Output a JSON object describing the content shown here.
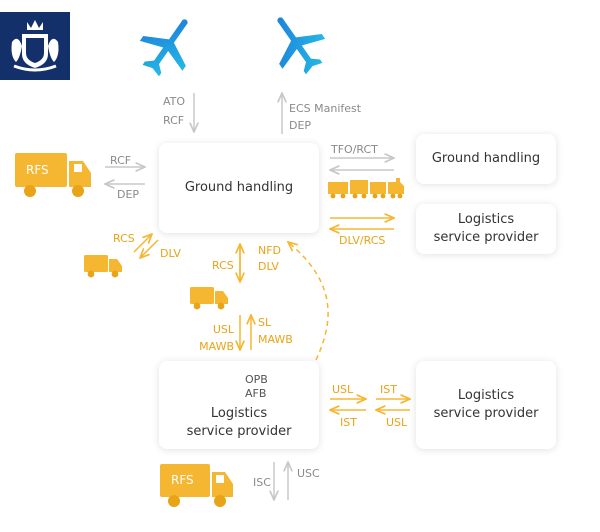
{
  "colors": {
    "orange": "#f5b731",
    "orange_dark": "#e8a317",
    "gray": "#c8c8c8",
    "blue": "#1f8fe0",
    "navy": "#14306b"
  },
  "icons": [
    "coat-of-arms-logo",
    "airplane-icon",
    "truck-icon",
    "cargo-train-icon",
    "refresh-icon"
  ],
  "boxes": {
    "gh_main": "Ground handling",
    "gh_right": "Ground handling",
    "lsp_right_top": "Logistics\nservice provider",
    "lsp_main": "Logistics\nservice provider",
    "lsp_right_bottom": "Logistics\nservice provider"
  },
  "labels": {
    "ato": "ATO",
    "rcf_top": "RCF",
    "ecs_manifest": "ECS Manifest",
    "dep_top": "DEP",
    "rcf_left": "RCF",
    "dep_left": "DEP",
    "tfo_rct": "TFO/RCT",
    "dlv_rcs_right": "DLV/RCS",
    "rcs_left": "RCS",
    "dlv_left": "DLV",
    "nfd": "NFD",
    "dlv_mid": "DLV",
    "rcs_mid": "RCS",
    "usl_left": "USL",
    "mawb_left": "MAWB",
    "sl": "SL",
    "mawb_right": "MAWB",
    "opb": "OPB",
    "afb": "AFB",
    "usl_top1": "USL",
    "ist_bot1": "IST",
    "ist_top2": "IST",
    "usl_bot2": "USL",
    "isc": "ISC",
    "usc": "USC"
  },
  "trucks": {
    "rfs": "RFS"
  }
}
